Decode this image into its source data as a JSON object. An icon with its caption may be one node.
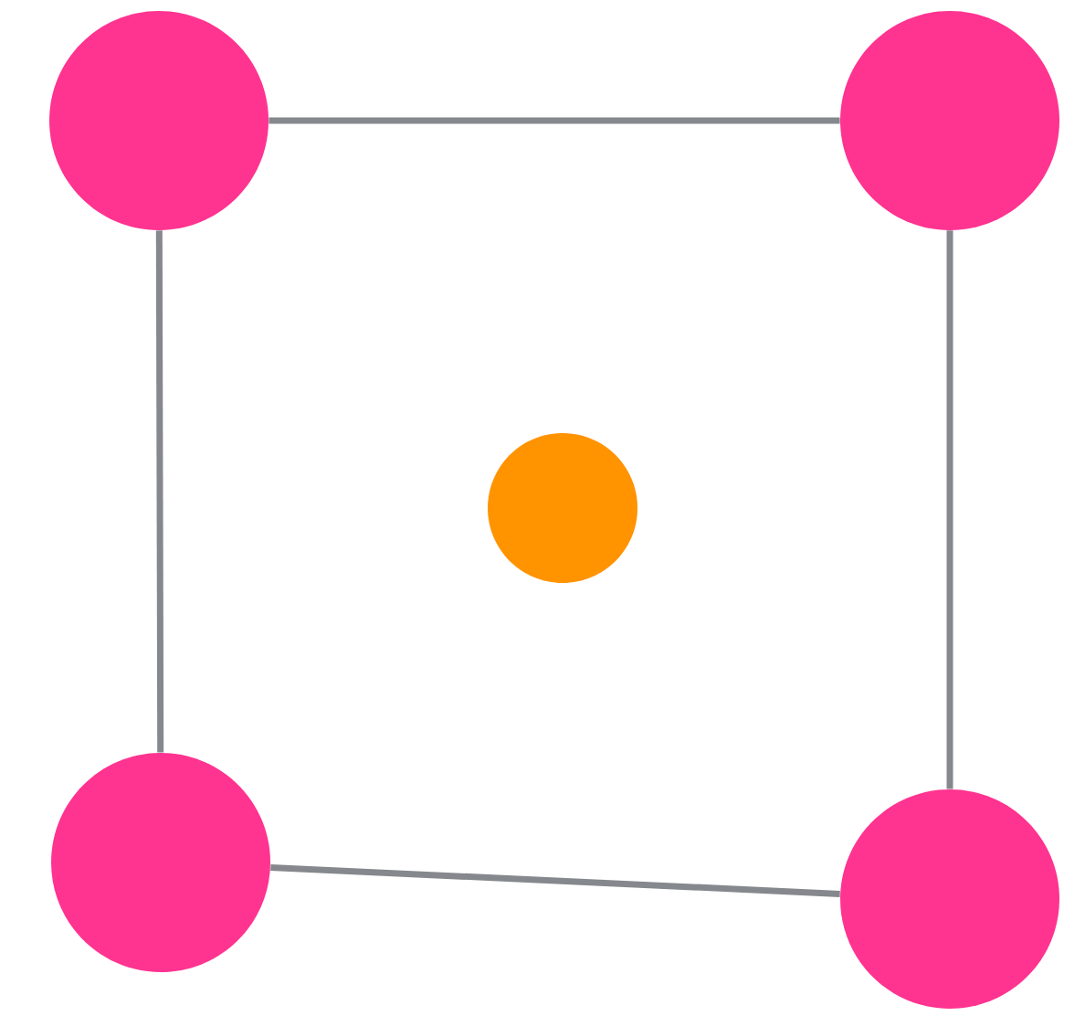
{
  "diagram": {
    "nodes": [
      {
        "text": [],
        "shape": "circle"
      },
      {
        "text": [],
        "shape": "circle"
      },
      {
        "text": [],
        "shape": "circle"
      },
      {
        "text": [],
        "shape": "circle"
      },
      {
        "text": [],
        "shape": "circle"
      }
    ],
    "edges": [
      {
        "from": 0,
        "to": 1,
        "arrow": "none"
      },
      {
        "from": 0,
        "to": 3,
        "arrow": "none"
      },
      {
        "from": 1,
        "to": 4,
        "arrow": "none"
      },
      {
        "from": 3,
        "to": 4,
        "arrow": "none"
      }
    ]
  }
}
